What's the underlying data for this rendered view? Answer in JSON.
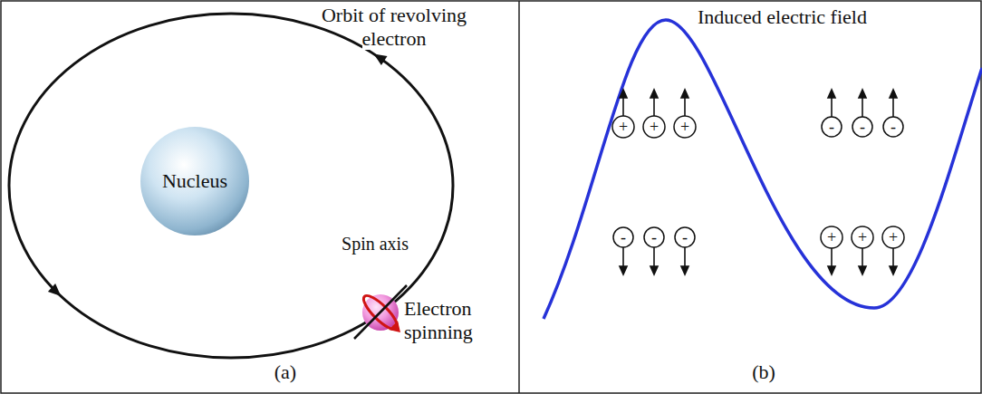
{
  "diagram": {
    "nodes": [
      {
        "text": [
          "Nucleus"
        ]
      },
      {
        "text": [
          "+"
        ]
      },
      {
        "text": [
          "+"
        ]
      },
      {
        "text": [
          "+"
        ]
      },
      {
        "text": [
          "-"
        ]
      },
      {
        "text": [
          "-"
        ]
      },
      {
        "text": [
          "-"
        ]
      },
      {
        "text": [
          "-"
        ]
      },
      {
        "text": [
          "-"
        ]
      },
      {
        "text": [
          "-"
        ]
      },
      {
        "text": [
          "+"
        ]
      },
      {
        "text": [
          "+"
        ]
      },
      {
        "text": [
          "+"
        ]
      }
    ],
    "labels": [
      "Orbit of revolving electron",
      "Spin axis",
      "Electron spinning",
      "(a)",
      "Induced electric field",
      "(b)"
    ]
  }
}
